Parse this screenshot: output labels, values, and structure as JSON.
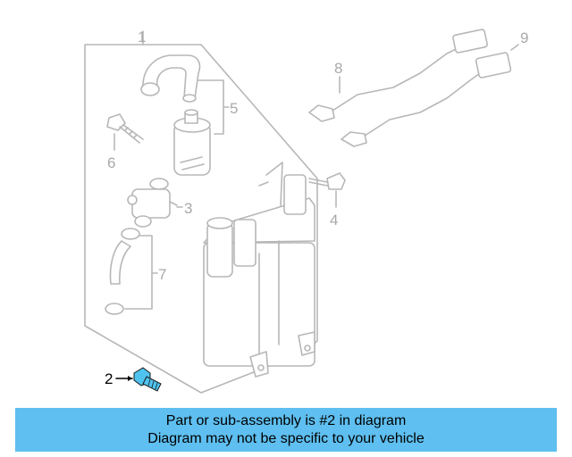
{
  "callouts": [
    "1",
    "2",
    "3",
    "4",
    "5",
    "6",
    "7",
    "8",
    "9"
  ],
  "highlight_color": "#4fc3f0",
  "banner": {
    "line1": "Part or sub-assembly is #2 in diagram",
    "line2": "Diagram may not be specific to your vehicle",
    "background": "#5ebff0"
  }
}
